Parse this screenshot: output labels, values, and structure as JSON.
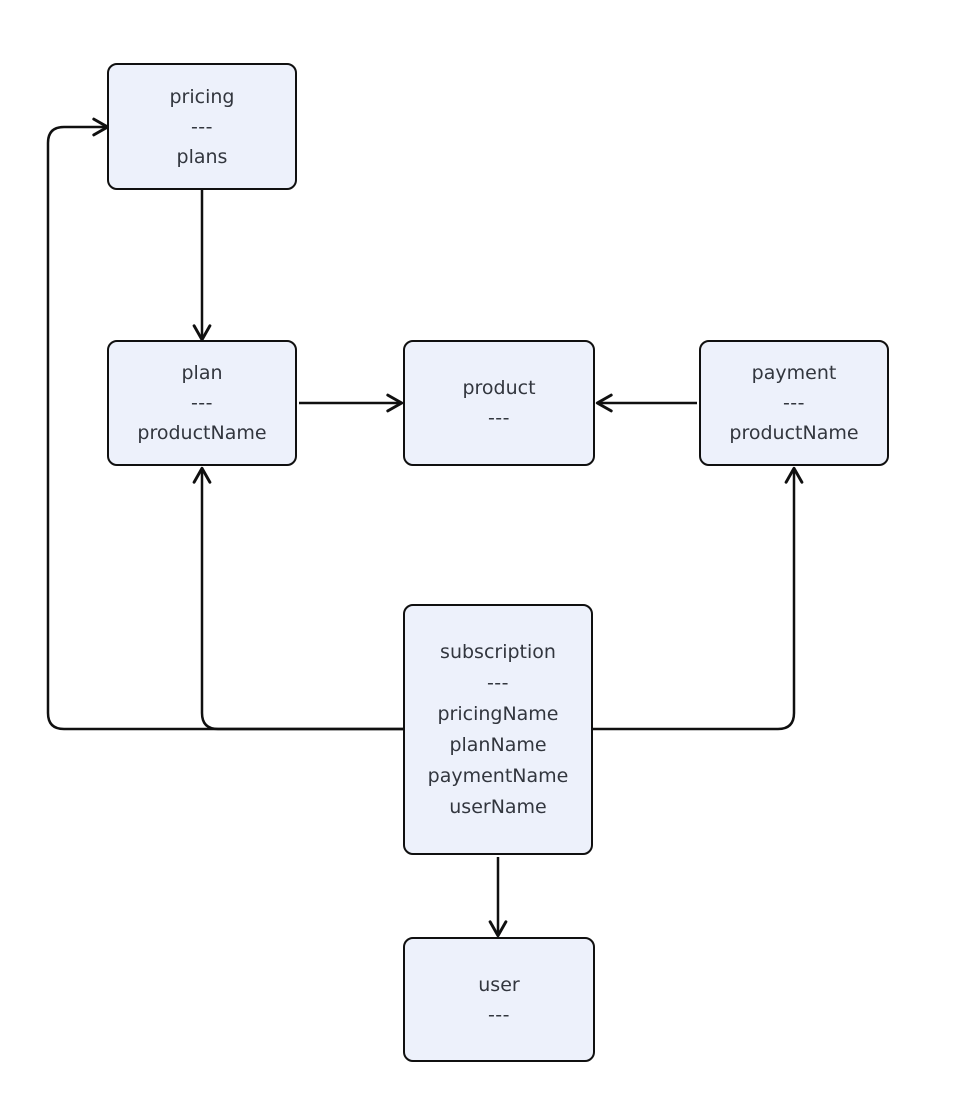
{
  "diagram": {
    "type": "entity-diagram",
    "background_color": "#ffffff",
    "node_fill_color": "#edf1fb",
    "node_border_color": "#101010",
    "edge_color": "#101010",
    "text_color": "#32363e",
    "nodes": {
      "pricing": {
        "title": "pricing",
        "separator": "---",
        "attrs": [
          "plans"
        ]
      },
      "plan": {
        "title": "plan",
        "separator": "---",
        "attrs": [
          "productName"
        ]
      },
      "product": {
        "title": "product",
        "separator": "---",
        "attrs": []
      },
      "payment": {
        "title": "payment",
        "separator": "---",
        "attrs": [
          "productName"
        ]
      },
      "subscription": {
        "title": "subscription",
        "separator": "---",
        "attrs": [
          "pricingName",
          "planName",
          "paymentName",
          "userName"
        ]
      },
      "user": {
        "title": "user",
        "separator": "---",
        "attrs": []
      }
    },
    "edges": [
      {
        "from": "pricing",
        "to": "plan"
      },
      {
        "from": "plan",
        "to": "product"
      },
      {
        "from": "payment",
        "to": "product"
      },
      {
        "from": "subscription",
        "to": "pricing"
      },
      {
        "from": "subscription",
        "to": "plan"
      },
      {
        "from": "subscription",
        "to": "payment"
      },
      {
        "from": "subscription",
        "to": "user"
      }
    ]
  }
}
